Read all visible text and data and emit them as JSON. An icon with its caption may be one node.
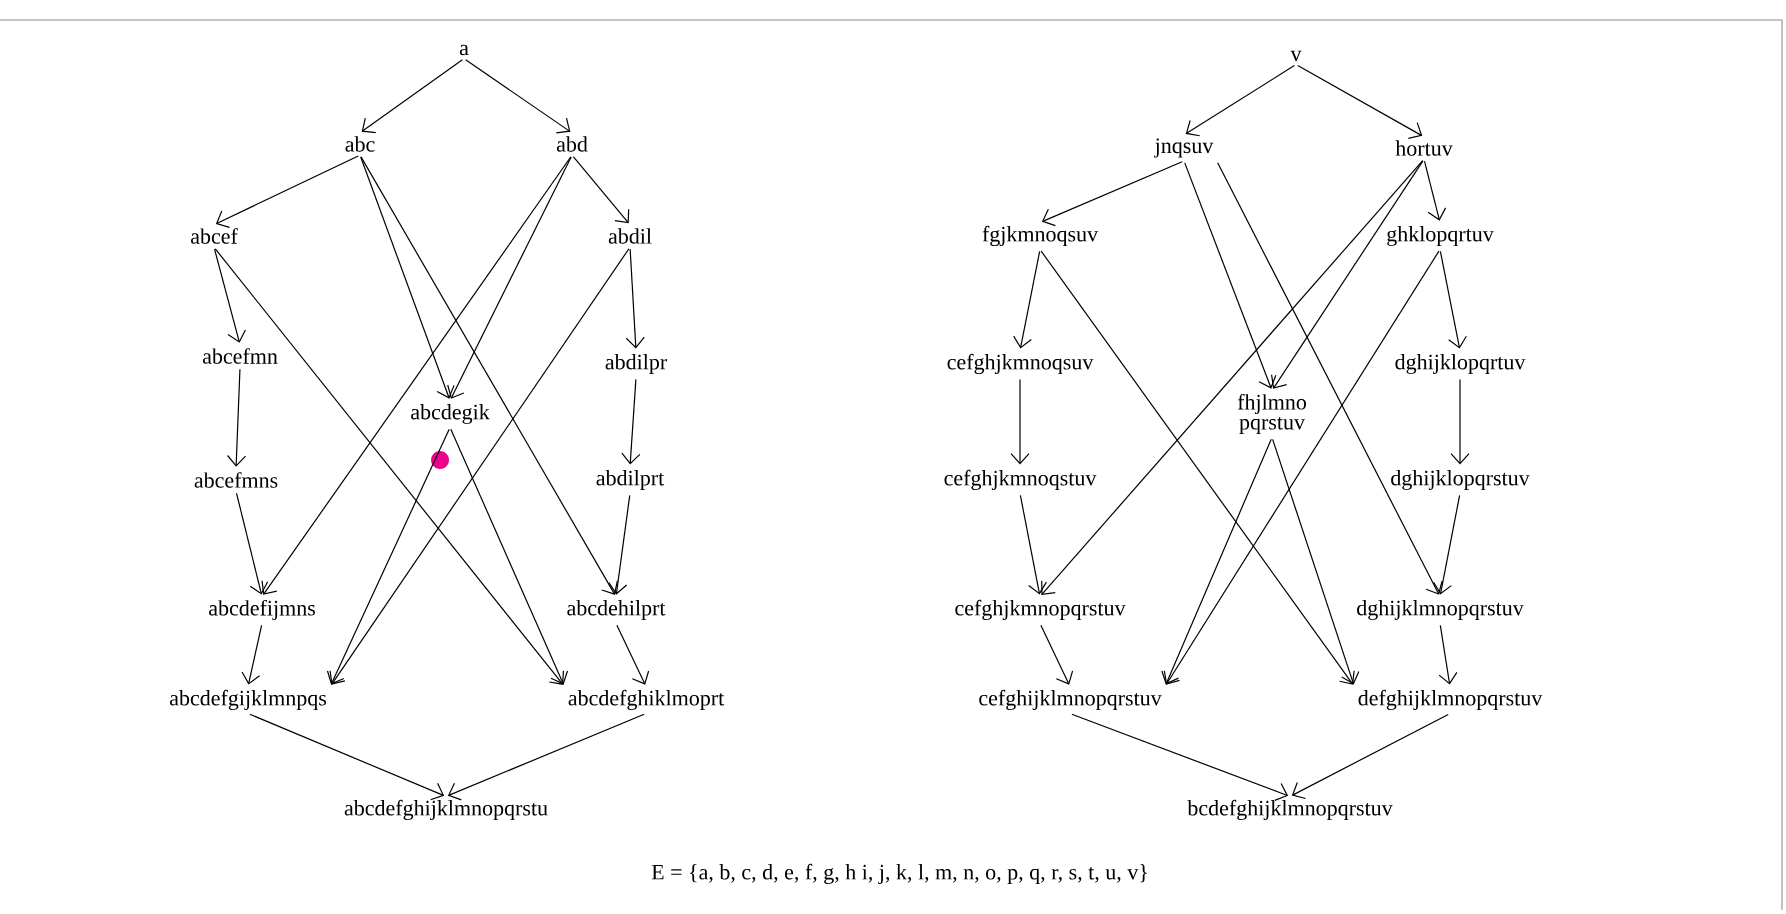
{
  "diagram": {
    "nodes": [
      {
        "text": [
          "a"
        ]
      },
      {
        "text": [
          "abc"
        ]
      },
      {
        "text": [
          "abd"
        ]
      },
      {
        "text": [
          "abcef"
        ]
      },
      {
        "text": [
          "abdil"
        ]
      },
      {
        "text": [
          "abcefmn"
        ]
      },
      {
        "text": [
          "abcdegik"
        ]
      },
      {
        "text": [
          "abdilpr"
        ]
      },
      {
        "text": [
          "abcefmns"
        ]
      },
      {
        "text": [
          "abdilprt"
        ]
      },
      {
        "text": [
          "abcdefijmns"
        ]
      },
      {
        "text": [
          "abcdehilprt"
        ]
      },
      {
        "text": [
          "abcdefgijklmnpqs"
        ]
      },
      {
        "text": [
          "abcdefghiklmoprt"
        ]
      },
      {
        "text": [
          "abcdefghijklmnopqrstu"
        ]
      },
      {
        "text": [
          "v"
        ]
      },
      {
        "text": [
          "jnqsuv"
        ]
      },
      {
        "text": [
          "hortuv"
        ]
      },
      {
        "text": [
          "fgjkmnoqsuv"
        ]
      },
      {
        "text": [
          "ghklopqrtuv"
        ]
      },
      {
        "text": [
          "cefghjkmnoqsuv"
        ]
      },
      {
        "text": [
          "fhjlmno pqrstuv"
        ]
      },
      {
        "text": [
          "dghijklopqrtuv"
        ]
      },
      {
        "text": [
          "cefghjkmnoqstuv"
        ]
      },
      {
        "text": [
          "dghijklopqrstuv"
        ]
      },
      {
        "text": [
          "cefghjkmnopqrstuv"
        ]
      },
      {
        "text": [
          "dghijklmnopqrstuv"
        ]
      },
      {
        "text": [
          "cefghijklmnopqrstuv"
        ]
      },
      {
        "text": [
          "defghijklmnopqrstuv"
        ]
      },
      {
        "text": [
          "bcdefghijklmnopqrstuv"
        ]
      }
    ],
    "edges": [
      {
        "from": 0,
        "to": 1,
        "arrow": "to"
      },
      {
        "from": 0,
        "to": 2,
        "arrow": "to"
      },
      {
        "from": 1,
        "to": 3,
        "arrow": "to"
      },
      {
        "from": 2,
        "to": 4,
        "arrow": "to"
      },
      {
        "from": 1,
        "to": 6,
        "arrow": "to"
      },
      {
        "from": 2,
        "to": 6,
        "arrow": "to"
      },
      {
        "from": 1,
        "to": 11,
        "arrow": "to"
      },
      {
        "from": 2,
        "to": 10,
        "arrow": "to"
      },
      {
        "from": 3,
        "to": 5,
        "arrow": "to"
      },
      {
        "from": 3,
        "to": 13,
        "arrow": "to"
      },
      {
        "from": 4,
        "to": 7,
        "arrow": "to"
      },
      {
        "from": 4,
        "to": 12,
        "arrow": "to"
      },
      {
        "from": 5,
        "to": 8,
        "arrow": "to"
      },
      {
        "from": 7,
        "to": 9,
        "arrow": "to"
      },
      {
        "from": 8,
        "to": 10,
        "arrow": "to"
      },
      {
        "from": 9,
        "to": 11,
        "arrow": "to"
      },
      {
        "from": 6,
        "to": 12,
        "arrow": "to"
      },
      {
        "from": 6,
        "to": 13,
        "arrow": "to"
      },
      {
        "from": 10,
        "to": 12,
        "arrow": "to"
      },
      {
        "from": 11,
        "to": 13,
        "arrow": "to"
      },
      {
        "from": 12,
        "to": 14,
        "arrow": "to"
      },
      {
        "from": 13,
        "to": 14,
        "arrow": "to"
      },
      {
        "from": 15,
        "to": 16,
        "arrow": "to"
      },
      {
        "from": 15,
        "to": 17,
        "arrow": "to"
      },
      {
        "from": 16,
        "to": 18,
        "arrow": "to"
      },
      {
        "from": 17,
        "to": 19,
        "arrow": "to"
      },
      {
        "from": 16,
        "to": 21,
        "arrow": "to"
      },
      {
        "from": 17,
        "to": 21,
        "arrow": "to"
      },
      {
        "from": 16,
        "to": 26,
        "arrow": "to"
      },
      {
        "from": 17,
        "to": 25,
        "arrow": "to"
      },
      {
        "from": 18,
        "to": 20,
        "arrow": "to"
      },
      {
        "from": 18,
        "to": 28,
        "arrow": "to"
      },
      {
        "from": 19,
        "to": 22,
        "arrow": "to"
      },
      {
        "from": 19,
        "to": 27,
        "arrow": "to"
      },
      {
        "from": 20,
        "to": 23,
        "arrow": "to"
      },
      {
        "from": 22,
        "to": 24,
        "arrow": "to"
      },
      {
        "from": 23,
        "to": 25,
        "arrow": "to"
      },
      {
        "from": 24,
        "to": 26,
        "arrow": "to"
      },
      {
        "from": 21,
        "to": 27,
        "arrow": "to"
      },
      {
        "from": 21,
        "to": 28,
        "arrow": "to"
      },
      {
        "from": 25,
        "to": 27,
        "arrow": "to"
      },
      {
        "from": 26,
        "to": 28,
        "arrow": "to"
      },
      {
        "from": 27,
        "to": 29,
        "arrow": "to"
      },
      {
        "from": 28,
        "to": 29,
        "arrow": "to"
      }
    ],
    "labels": [
      "E = {a, b, c, d, e, f, g, h i, j, k, l, m, n, o, p, q, r, s, t, u, v}"
    ]
  }
}
